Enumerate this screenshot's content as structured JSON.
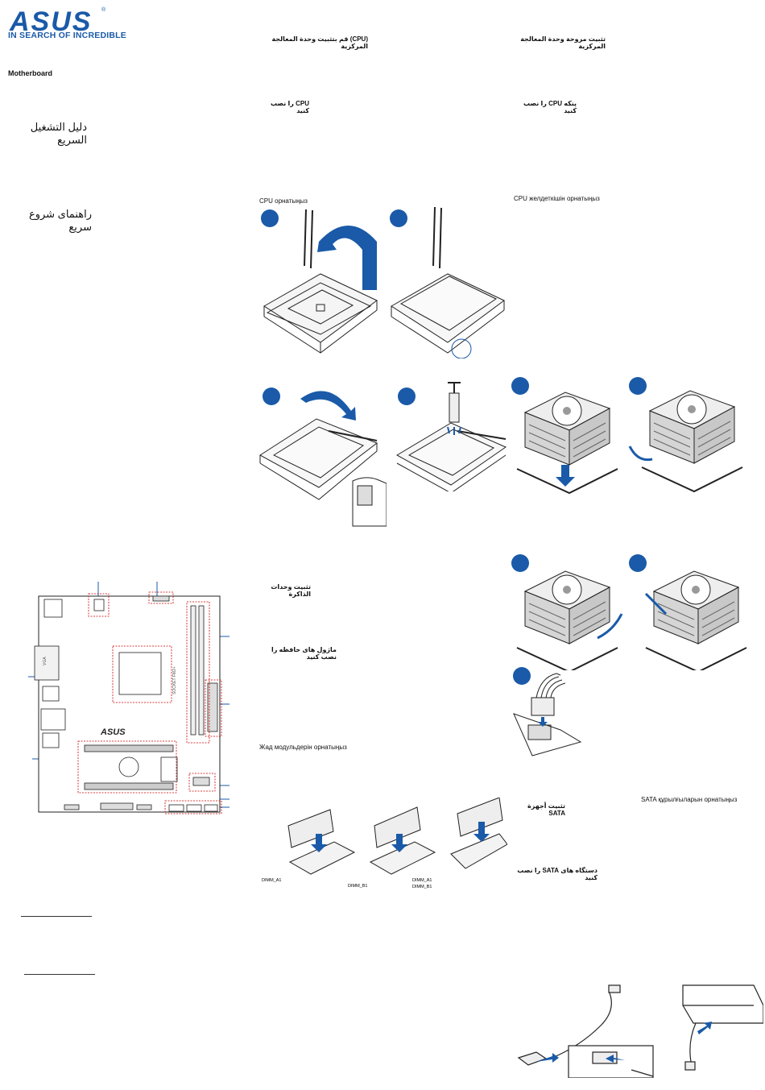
{
  "brand": {
    "logo_text": "ASUS",
    "tagline": "IN SEARCH OF INCREDIBLE",
    "registered_mark": "®",
    "accent": "#1a5aa8"
  },
  "left_column": {
    "product_label": "Motherboard",
    "title_arabic": "دليل التشغيل السريع",
    "title_persian": "راهنمای شروع سریع"
  },
  "cpu_section": {
    "heading_arabic": "(CPU) قم بتثبيت وحدة المعالجة المركزية",
    "heading_persian": "CPU را نصب کنید",
    "heading_kazakh": "CPU орнатыңыз"
  },
  "fan_section": {
    "heading_arabic": "تثبيت مروحة وحدة المعالجة المركزية",
    "heading_persian": "پنکه CPU را نصب کنید",
    "heading_kazakh": "CPU желдеткішін орнатыңыз"
  },
  "memory_section": {
    "heading_arabic": "تثبيت وحدات الذاكرة",
    "heading_persian": "ماژول های حافظه را نصب کنید",
    "heading_kazakh": "Жад модульдерін орнатыңыз",
    "slot_labels": [
      "DIMM_A1",
      "DIMM_B1",
      "DIMM_A1",
      "DIMM_B1"
    ]
  },
  "sata_section": {
    "heading_kazakh": "SATA құрылғыларын орнатыңыз",
    "heading_arabic": "تثبيت أجهزة SATA",
    "heading_persian": "دستگاه های SATA را نصب کنید"
  },
  "board": {
    "logo": "ASUS",
    "socket_label": "SOCKET FM2+",
    "vga_label": "VGA",
    "battery_label": ""
  }
}
